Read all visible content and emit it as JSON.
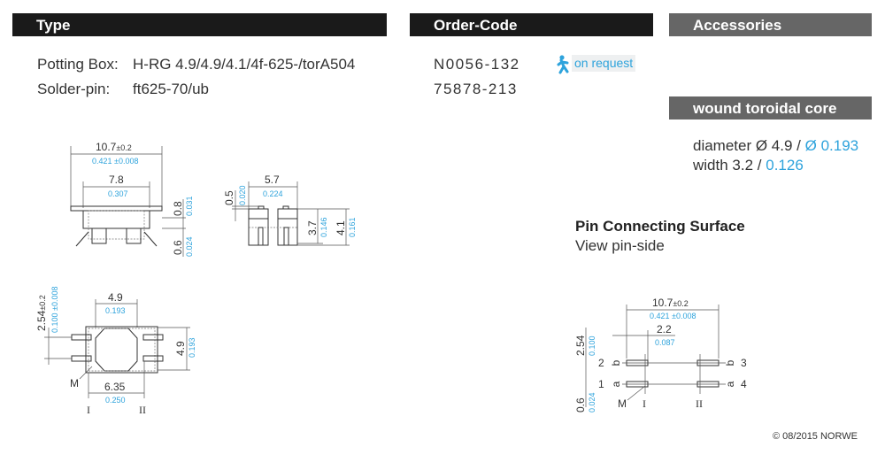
{
  "headers": {
    "type": "Type",
    "order_code": "Order-Code",
    "accessories": "Accessories",
    "wound_core": "wound toroidal core"
  },
  "type": {
    "potting_label": "Potting Box:",
    "potting_value": "H-RG 4.9/4.9/4.1/4f-625-/torA504",
    "solder_label": "Solder-pin:",
    "solder_value": "ft625-70/ub"
  },
  "order": {
    "code1": "N0056-132",
    "code2": "75878-213",
    "badge": "on request",
    "badge_icon": "running-person-icon"
  },
  "core": {
    "diameter": "diameter Ø 4.9 /",
    "diameter_in": "Ø 0.193",
    "width": "width 3.2 /",
    "width_in": "0.126"
  },
  "pin_surface": {
    "title": "Pin Connecting Surface",
    "subtitle": "View pin-side"
  },
  "drawing_side": {
    "w": "10.7",
    "w_tol": "±0.2",
    "w_in": "0.421 ±0.008",
    "inner": "7.8",
    "inner_in": "0.307",
    "h1": "0.8",
    "h1_in": "0.031",
    "h2": "0.6",
    "h2_in": "0.024"
  },
  "drawing_end": {
    "w": "5.7",
    "w_in": "0.224",
    "t": "0.5",
    "t_in": "0.020",
    "h": "3.7",
    "h_in": "0.146",
    "ht": "4.1",
    "ht_in": "0.161"
  },
  "drawing_bottom": {
    "pitch": "2.54",
    "pitch_tol": "±0.2",
    "pitch_in": "0.100 ±0.008",
    "w": "4.9",
    "w_in": "0.193",
    "h": "4.9",
    "h_in": "0.193",
    "span": "6.35",
    "span_in": "0.250",
    "m": "M",
    "r1": "I",
    "r2": "II"
  },
  "drawing_pins": {
    "w": "10.7",
    "w_tol": "±0.2",
    "w_in": "0.421 ±0.008",
    "off": "2.2",
    "off_in": "0.087",
    "pitch": "2.54",
    "pitch_in": "0.100",
    "pad": "0.6",
    "pad_in": "0.024",
    "p1": "1",
    "p2": "2",
    "p3": "3",
    "p4": "4",
    "a": "a",
    "b": "b",
    "m": "M",
    "r1": "I",
    "r2": "II"
  },
  "footer": {
    "copyright": "© 08/2015 NORWE"
  }
}
